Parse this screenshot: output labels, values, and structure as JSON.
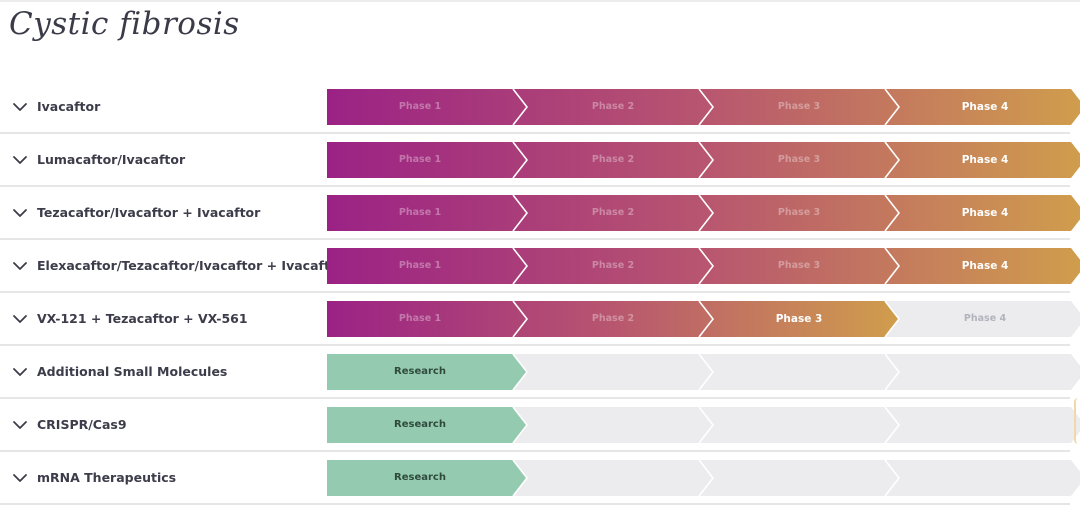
{
  "page": {
    "title": "Cystic fibrosis"
  },
  "colors": {
    "phase_gradient_start": "#9b2285",
    "phase_gradient_mid": "#b8566f",
    "phase_gradient_end": "#d09e4c",
    "research": "#94cbb0",
    "empty": "#ececee",
    "divider": "#ffffff"
  },
  "phase_labels": [
    "Phase 1",
    "Phase 2",
    "Phase 3",
    "Phase 4"
  ],
  "research_label": "Research",
  "pipeline": [
    {
      "name": "Ivacaftor",
      "stage": "Phase 4",
      "completed_phases": 4,
      "research": false,
      "icon": "chevron-down-icon"
    },
    {
      "name": "Lumacaftor/Ivacaftor",
      "stage": "Phase 4",
      "completed_phases": 4,
      "research": false,
      "icon": "chevron-down-icon"
    },
    {
      "name": "Tezacaftor/Ivacaftor + Ivacaftor",
      "stage": "Phase 4",
      "completed_phases": 4,
      "research": false,
      "icon": "chevron-down-icon"
    },
    {
      "name": "Elexacaftor/Tezacaftor/Ivacaftor + Ivacaftor",
      "stage": "Phase 4",
      "completed_phases": 4,
      "research": false,
      "icon": "chevron-down-icon"
    },
    {
      "name": "VX-121 + Tezacaftor + VX-561",
      "stage": "Phase 3",
      "completed_phases": 3,
      "research": false,
      "icon": "chevron-down-icon"
    },
    {
      "name": "Additional Small Molecules",
      "stage": "Research",
      "completed_phases": 0,
      "research": true,
      "icon": "chevron-down-icon"
    },
    {
      "name": "CRISPR/Cas9",
      "stage": "Research",
      "completed_phases": 0,
      "research": true,
      "icon": "chevron-down-icon"
    },
    {
      "name": "mRNA Therapeutics",
      "stage": "Research",
      "completed_phases": 0,
      "research": true,
      "icon": "chevron-down-icon"
    }
  ]
}
